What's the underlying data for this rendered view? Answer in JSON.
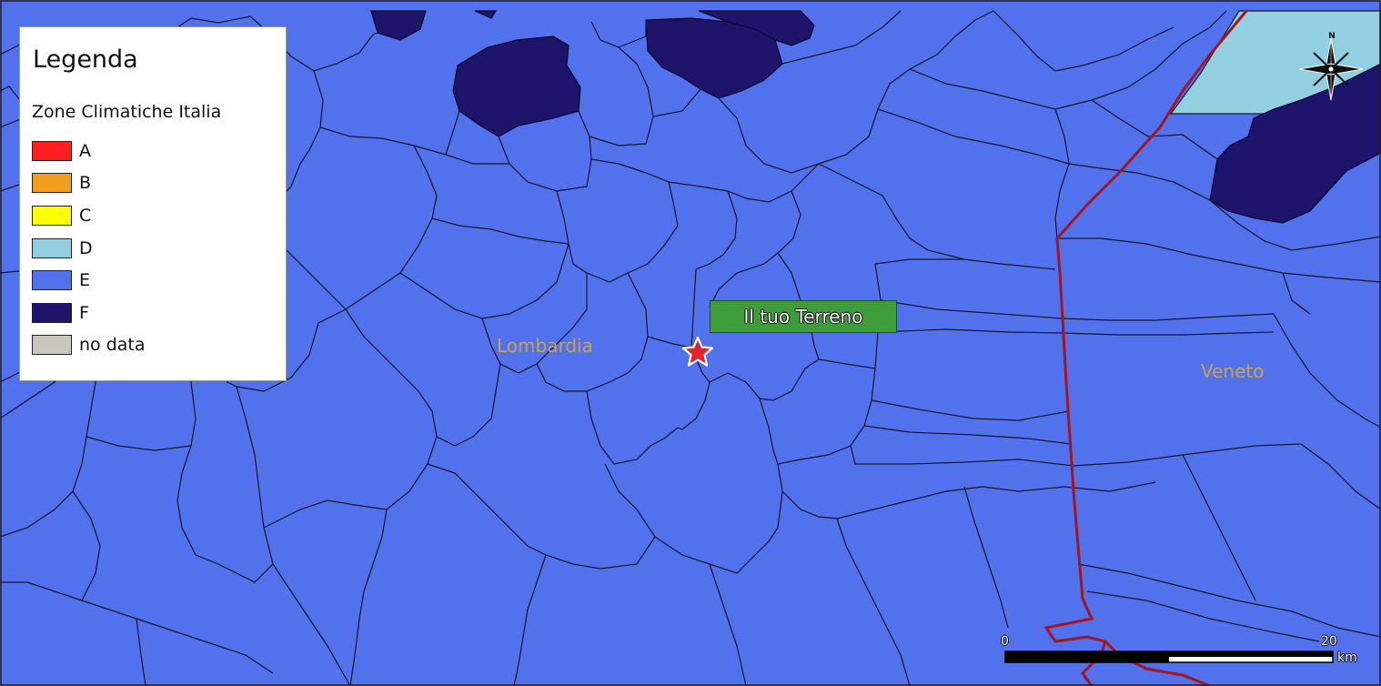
{
  "legend": {
    "title": "Legenda",
    "subtitle": "Zone Climatiche Italia",
    "items": [
      {
        "label": "A",
        "color": "#ff1f1f"
      },
      {
        "label": "B",
        "color": "#f0a01e"
      },
      {
        "label": "C",
        "color": "#ffff00"
      },
      {
        "label": "D",
        "color": "#92cfe0"
      },
      {
        "label": "E",
        "color": "#5271ec"
      },
      {
        "label": "F",
        "color": "#1e146b"
      },
      {
        "label": "no data",
        "color": "#c8c8be"
      }
    ]
  },
  "map": {
    "zone_colors": {
      "E": "#5271ec",
      "F": "#1e146b",
      "D": "#92cfe0"
    },
    "region_border_color": "#a3151f",
    "region_labels": {
      "lombardia": "Lombardia",
      "veneto": "Veneto"
    },
    "marker": {
      "label": "Il tuo Terreno",
      "icon": "star-icon"
    },
    "north_arrow": {
      "label": "N",
      "icon": "compass-rose-icon"
    },
    "scale_bar": {
      "start": "0",
      "end": "20",
      "unit": "km"
    }
  }
}
